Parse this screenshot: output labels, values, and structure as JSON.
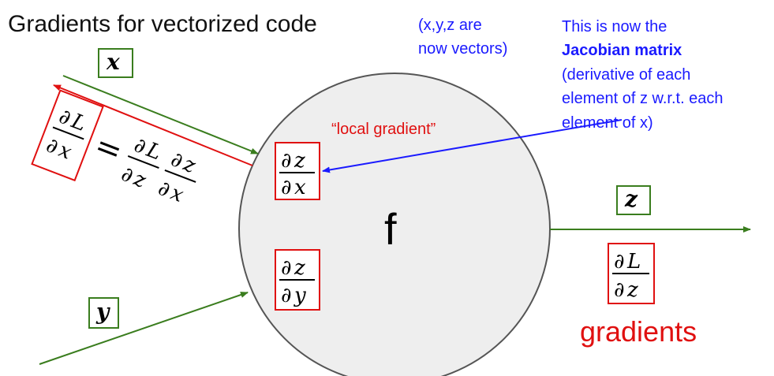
{
  "title": "Gradients for vectorized code",
  "note_vectors": {
    "line1": "(x,y,z are",
    "line2": "now vectors)"
  },
  "jacobian_note": {
    "line1": "This is now the",
    "line2": "Jacobian matrix",
    "line3": "(derivative of each",
    "line4": "element of z w.r.t. each",
    "line5": "element of x)"
  },
  "local_gradient_label": "“local gradient”",
  "gradients_label": "gradients",
  "node_label": "f",
  "vars": {
    "x": "x",
    "y": "y",
    "z": "z"
  },
  "math": {
    "partial": "∂",
    "L": "L",
    "equals": "="
  },
  "colors": {
    "green": "#3a7d1e",
    "red": "#e01010",
    "blue": "#1a1aff",
    "circle_fill": "#eeeeee",
    "circle_stroke": "#555555"
  }
}
